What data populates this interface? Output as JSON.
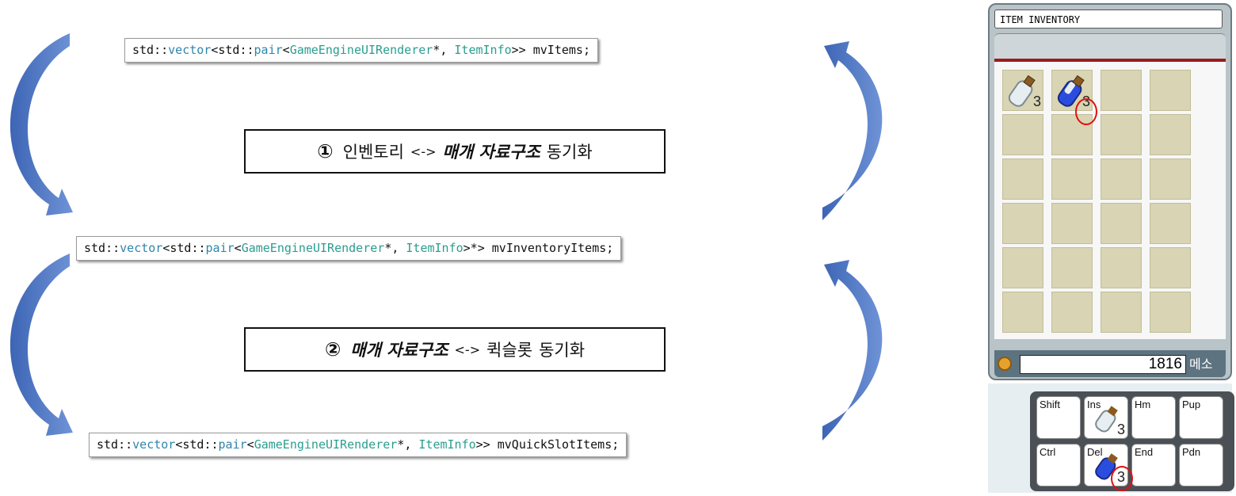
{
  "code_lines": {
    "items": {
      "p1": "std::",
      "vector": "vector",
      "p2": "<std::",
      "pair": "pair",
      "p3": "<",
      "renderer": "GameEngineUIRenderer",
      "p4": "*, ",
      "iteminfo": "ItemInfo",
      "p5": ">> mvItems;"
    },
    "inventory": {
      "p1": "std::",
      "vector": "vector",
      "p2": "<std::",
      "pair": "pair",
      "p3": "<",
      "renderer": "GameEngineUIRenderer",
      "p4": "*, ",
      "iteminfo": "ItemInfo",
      "p5": ">*> mvInventoryItems;"
    },
    "quickslot": {
      "p1": "std::",
      "vector": "vector",
      "p2": "<std::",
      "pair": "pair",
      "p3": "<",
      "renderer": "GameEngineUIRenderer",
      "p4": "*, ",
      "iteminfo": "ItemInfo",
      "p5": ">> mvQuickSlotItems;"
    }
  },
  "sync_labels": [
    {
      "number": "①",
      "pre": "인벤토리",
      "arrow": "<->",
      "emph": "매개 자료구조",
      "post": "동기화"
    },
    {
      "number": "②",
      "emph": "매개 자료구조",
      "arrow": "<->",
      "pre": "퀵슬롯",
      "post": "동기화"
    }
  ],
  "inventory": {
    "title": "ITEM INVENTORY",
    "items": [
      {
        "icon": "white-potion-icon",
        "count": "3"
      },
      {
        "icon": "blue-potion-icon",
        "count": "3"
      }
    ],
    "meso_amount": "1816",
    "meso_unit": "메소"
  },
  "quickslot": {
    "keys": [
      "Shift",
      "Ins",
      "Hm",
      "Pup",
      "Ctrl",
      "Del",
      "End",
      "Pdn"
    ],
    "ins_count": "3",
    "del_count": "3"
  },
  "colors": {
    "arrow": "#4b74c4",
    "keyword": "#2e86ab",
    "type": "#2a9d8f",
    "highlight": "#e01010"
  }
}
